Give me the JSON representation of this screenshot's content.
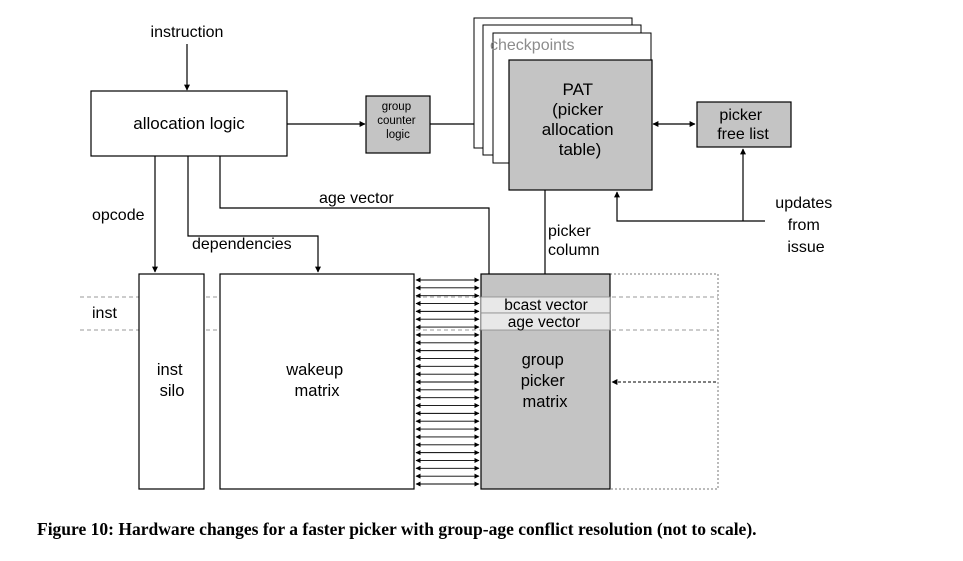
{
  "labels": {
    "instruction": "instruction",
    "allocation_logic": "allocation logic",
    "group_counter_logic": [
      "group",
      "counter",
      "logic"
    ],
    "checkpoints": "checkpoints",
    "pat": [
      "PAT",
      "(picker",
      "allocation",
      "table)"
    ],
    "picker_free_list": [
      "picker",
      "free list"
    ],
    "opcode": "opcode",
    "age_vector_top": "age vector",
    "dependencies": "dependencies",
    "picker_column": [
      "picker",
      "column"
    ],
    "updates_from_issue": [
      "updates",
      "from",
      "issue"
    ],
    "inst": "inst",
    "inst_silo": [
      "inst",
      "silo"
    ],
    "wakeup_matrix": [
      "wakeup",
      "matrix"
    ],
    "bcast_vector": "bcast vector",
    "age_vector_row": "age vector",
    "group_picker_matrix": [
      "group",
      "picker",
      "matrix"
    ]
  },
  "colors": {
    "gray_fill": "#c4c4c4",
    "checkpoint_text": "#8c8c8c",
    "row_band_fill": "#e8e8e8",
    "line": "#000000",
    "guide_dash": "#999999"
  },
  "caption": "Figure 10: Hardware changes for a faster picker with group-age conflict resolution (not to scale)."
}
